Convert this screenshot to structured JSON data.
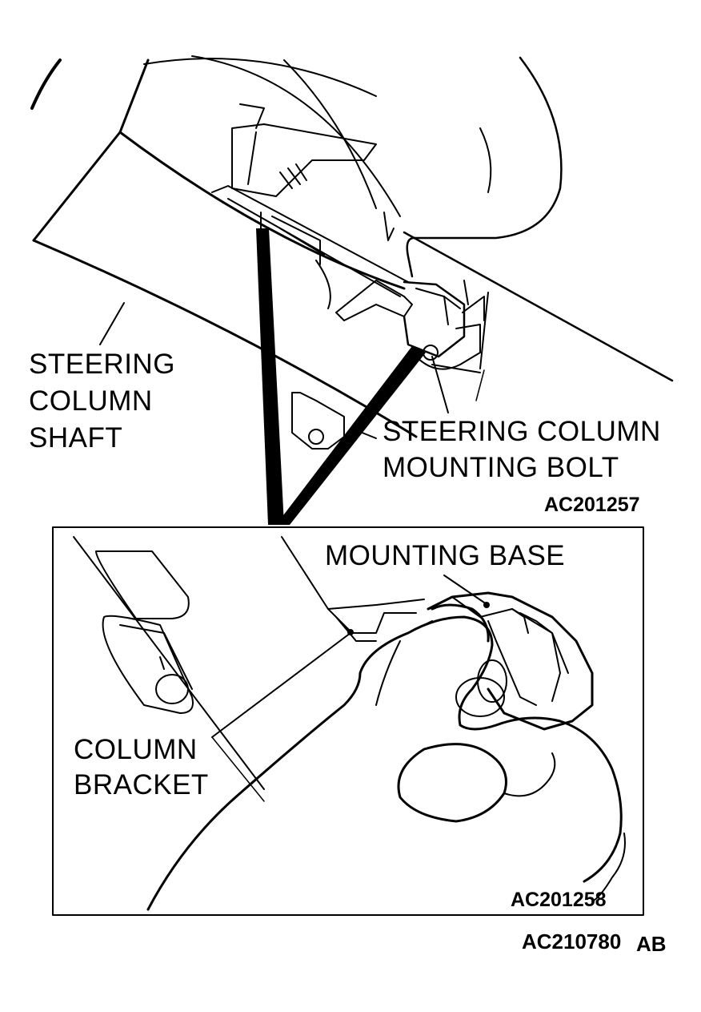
{
  "labels": {
    "steering_column_shaft": [
      "STEERING",
      "COLUMN",
      "SHAFT"
    ],
    "steering_column_mounting_bolt": [
      "STEERING COLUMN",
      "MOUNTING BOLT"
    ],
    "mounting_base": "MOUNTING BASE",
    "column_bracket": [
      "COLUMN",
      "BRACKET"
    ]
  },
  "figure_codes": {
    "upper": "AC201257",
    "detail": "AC201258",
    "overall": "AC210780",
    "overall_suffix": "AB"
  }
}
